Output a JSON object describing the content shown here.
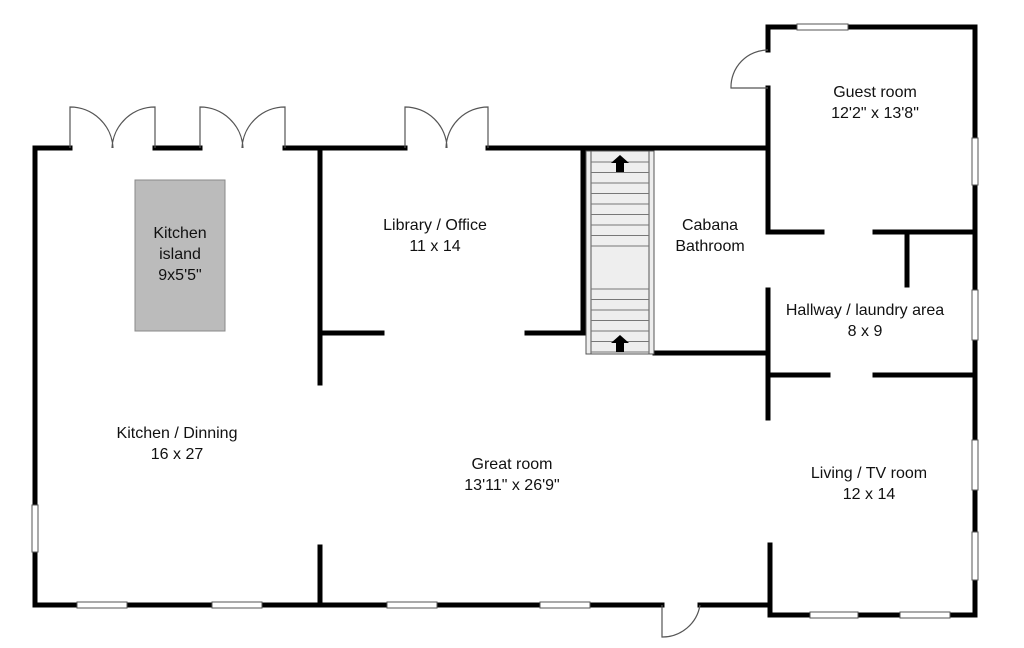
{
  "rooms": [
    {
      "id": "kitchen_island",
      "name": "Kitchen island",
      "name_lines": [
        "Kitchen",
        "island"
      ],
      "size": "9x5'5\""
    },
    {
      "id": "library",
      "name": "Library / Office",
      "size": "11 x 14"
    },
    {
      "id": "cabana",
      "name": "Cabana Bathroom",
      "name_lines": [
        "Cabana",
        "Bathroom"
      ]
    },
    {
      "id": "guest",
      "name": "Guest room",
      "size": "12'2\" x 13'8\""
    },
    {
      "id": "hallway",
      "name": "Hallway / laundry area",
      "size": "8 x 9"
    },
    {
      "id": "kitchen",
      "name": "Kitchen / Dinning",
      "size": "16 x 27"
    },
    {
      "id": "great",
      "name": "Great room",
      "size": "13'11\" x 26'9\""
    },
    {
      "id": "living",
      "name": "Living / TV room",
      "size": "12 x 14"
    }
  ],
  "colors": {
    "wall": "#000000",
    "island": "#bbbbbb",
    "stairs": "#eeeeee"
  }
}
